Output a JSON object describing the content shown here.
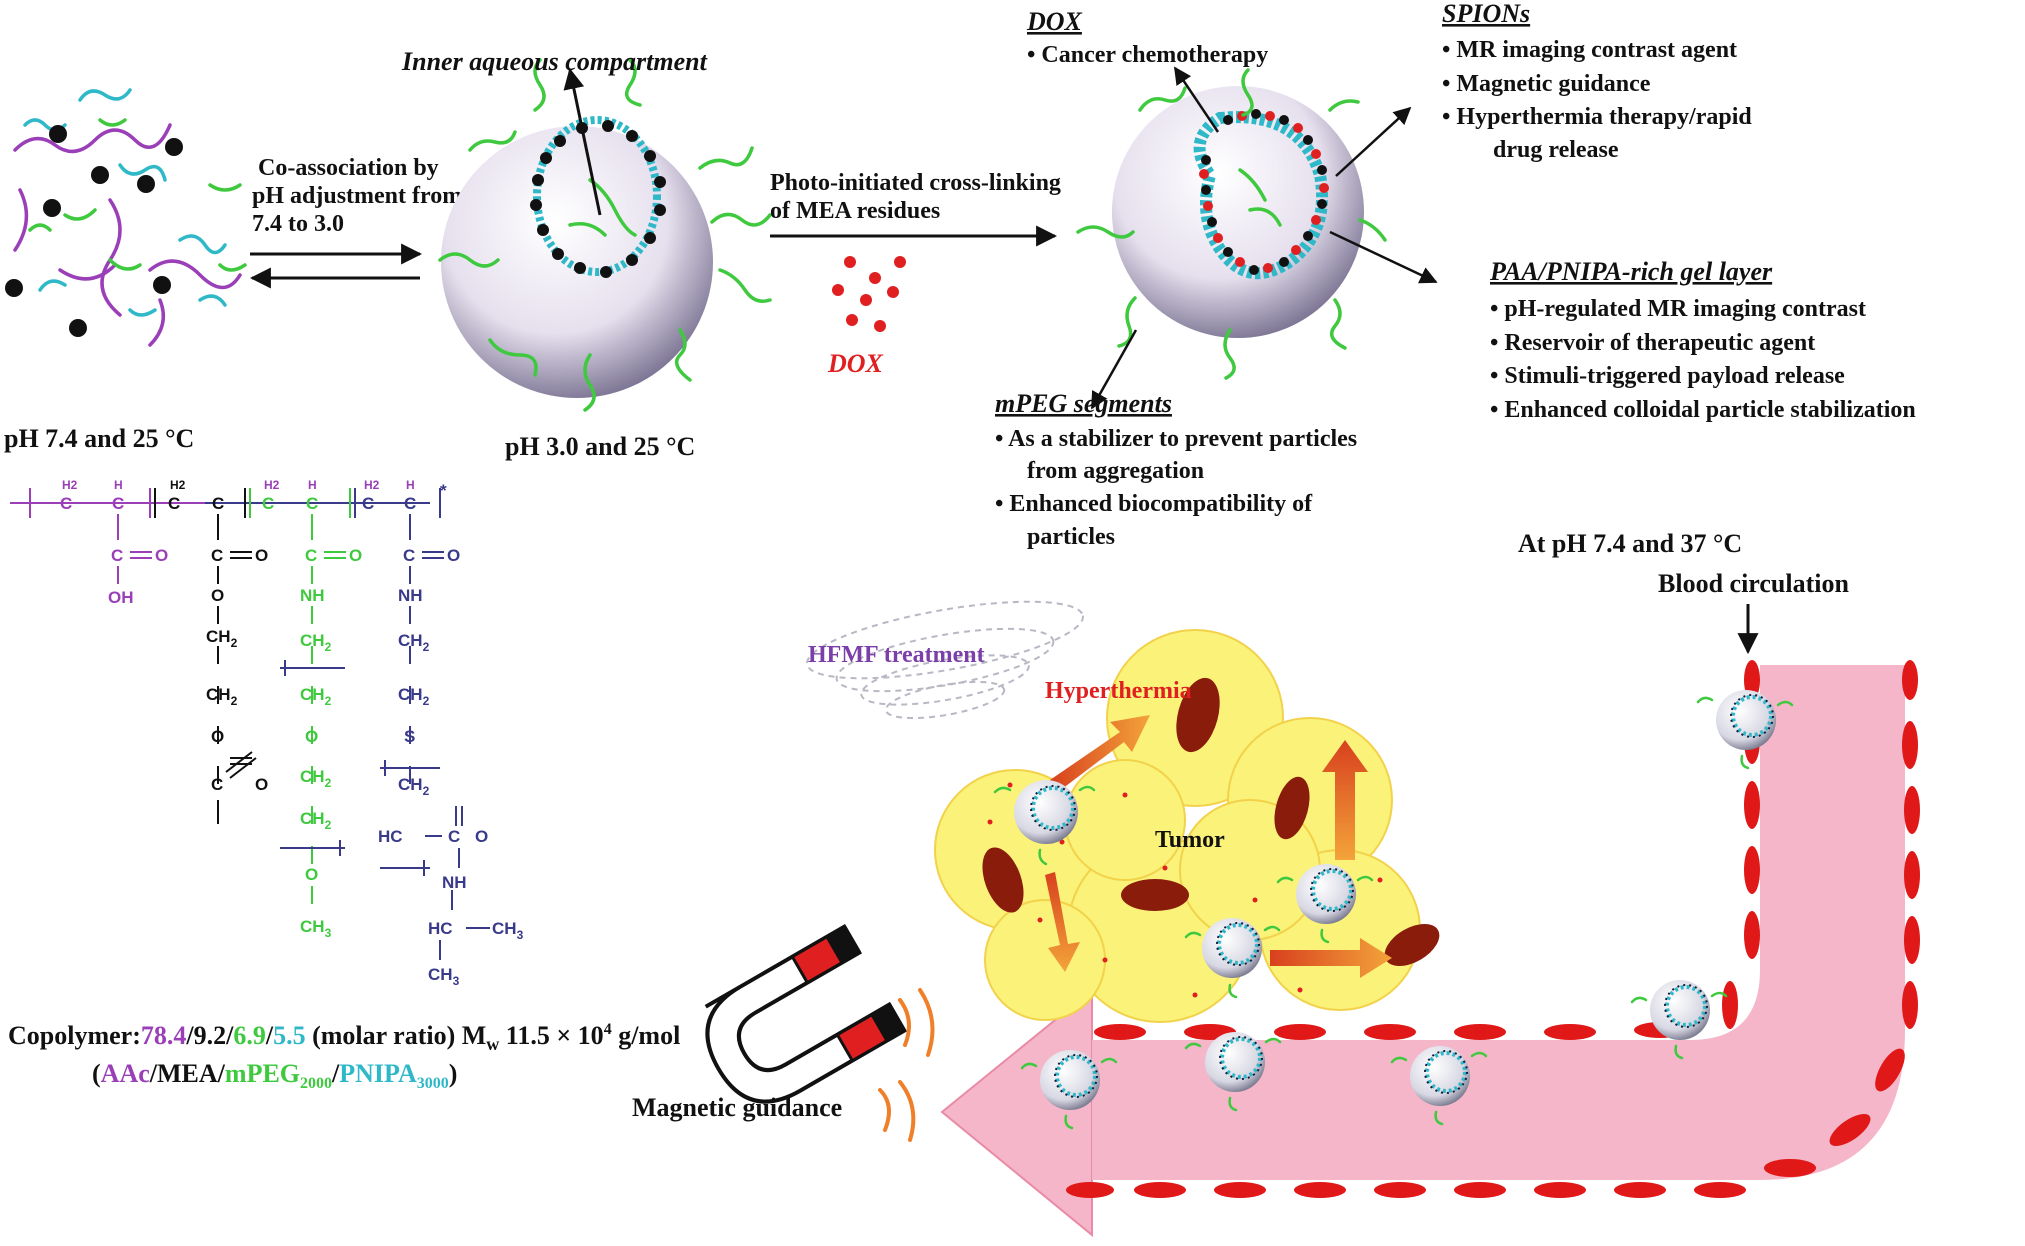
{
  "top": {
    "inner_compartment": "Inner aqueous  compartment",
    "coassoc_l1": "Co-association by",
    "coassoc_l2": "pH adjustment from",
    "coassoc_l3": "7.4 to 3.0",
    "photo_l1": "Photo-initiated cross-linking",
    "photo_l2": "of MEA residues",
    "dox_label": "DOX",
    "cond_left": "pH 7.4 and 25 °C",
    "cond_mid": "pH 3.0 and 25 °C"
  },
  "legend": {
    "dox_title": "DOX",
    "dox_items": [
      "Cancer chemotherapy"
    ],
    "spion_title": "SPIONs",
    "spion_items": [
      "MR imaging contrast agent",
      "Magnetic guidance",
      "Hyperthermia therapy/rapid",
      "drug release"
    ],
    "gel_title": "PAA/PNIPA-rich gel layer",
    "gel_items": [
      "pH-regulated MR imaging contrast",
      "Reservoir of therapeutic agent",
      "Stimuli-triggered  payload release",
      "Enhanced colloidal particle stabilization"
    ],
    "mpeg_title": "mPEG segments",
    "mpeg_items": [
      "As a stabilizer to prevent  particles",
      "from aggregation",
      "Enhanced biocompatibility  of",
      "particles"
    ]
  },
  "copolymer": {
    "prefix": "Copolymer:",
    "r1": "78.4",
    "r2": "9.2",
    "r3": "6.9",
    "r4": "5.5",
    "suffix": " (molar ratio) M",
    "mw_sub": "w",
    "mw_val": " 11.5 × 10",
    "mw_exp": "4",
    "mw_unit": " g/mol",
    "n1": "AAc",
    "n2": "MEA",
    "n3": "mPEG",
    "n3_sub": "2000",
    "n4": "PNIPA",
    "n4_sub": "3000"
  },
  "bottom": {
    "condition": "At pH 7.4 and 37 °C",
    "blood": "Blood circulation",
    "hfmf": "HFMF treatment",
    "hyperthermia": "Hyperthermia",
    "tumor": "Tumor",
    "magnetic": "Magnetic guidance"
  },
  "colors": {
    "aac": "#9a3fb8",
    "mea": "#111111",
    "mpeg": "#3fc93f",
    "pnipa": "#2fb8c8",
    "dox": "#e02020",
    "vessel": "#f4b6c8",
    "tumor": "#fbf27a"
  }
}
